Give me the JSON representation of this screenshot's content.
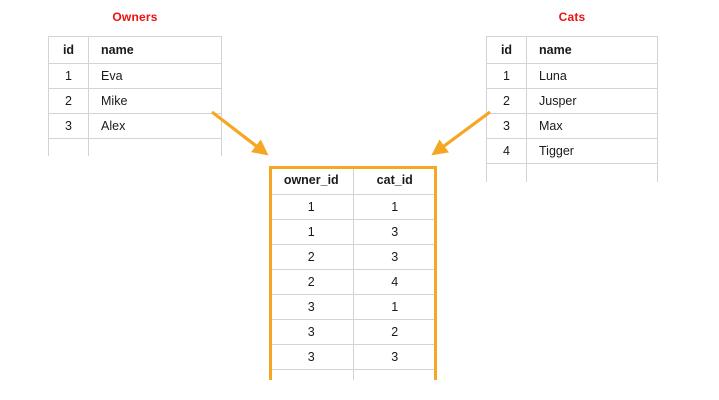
{
  "diagram": {
    "title_color": "#ef1111",
    "accent_color": "#f5a623",
    "border_color": "#d3d3d3"
  },
  "owners": {
    "title": "Owners",
    "columns": [
      "id",
      "name"
    ],
    "rows": [
      {
        "id": "1",
        "name": "Eva"
      },
      {
        "id": "2",
        "name": "Mike"
      },
      {
        "id": "3",
        "name": "Alex"
      }
    ],
    "empty_row": {
      "id": "",
      "name": ""
    }
  },
  "cats": {
    "title": "Cats",
    "columns": [
      "id",
      "name"
    ],
    "rows": [
      {
        "id": "1",
        "name": "Luna"
      },
      {
        "id": "2",
        "name": "Jusper"
      },
      {
        "id": "3",
        "name": "Max"
      },
      {
        "id": "4",
        "name": "Tigger"
      }
    ],
    "empty_row": {
      "id": "",
      "name": ""
    }
  },
  "junction": {
    "columns": [
      "owner_id",
      "cat_id"
    ],
    "rows": [
      {
        "owner_id": "1",
        "cat_id": "1"
      },
      {
        "owner_id": "1",
        "cat_id": "3"
      },
      {
        "owner_id": "2",
        "cat_id": "3"
      },
      {
        "owner_id": "2",
        "cat_id": "4"
      },
      {
        "owner_id": "3",
        "cat_id": "1"
      },
      {
        "owner_id": "3",
        "cat_id": "2"
      },
      {
        "owner_id": "3",
        "cat_id": "3"
      }
    ],
    "empty_row": {
      "owner_id": "",
      "cat_id": ""
    }
  },
  "arrows": [
    {
      "name": "owners-to-junction",
      "direction": "down-right"
    },
    {
      "name": "cats-to-junction",
      "direction": "down-left"
    }
  ]
}
